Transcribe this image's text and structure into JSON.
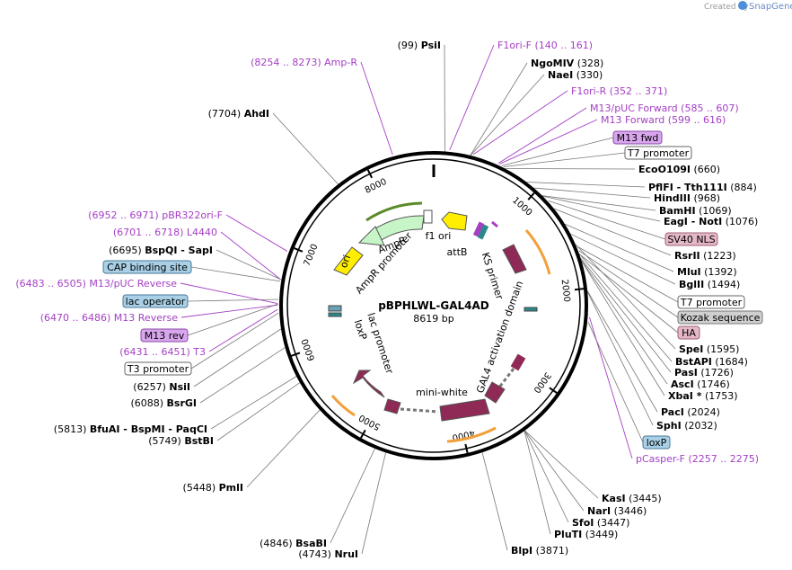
{
  "plasmid": {
    "name": "pBPHLWL-GAL4AD",
    "length": 8619,
    "length_label": "8619 bp"
  },
  "watermark": {
    "created_by": "Created by",
    "brand": "SnapGene"
  },
  "ticks": [
    "1000",
    "2000",
    "3000",
    "4000",
    "5000",
    "6000",
    "7000",
    "8000"
  ],
  "sites": [
    {
      "pos": "(99)",
      "name": "PsiI",
      "order": "pn"
    },
    {
      "pos": "(328)",
      "name": "NgoMIV",
      "order": "np"
    },
    {
      "pos": "(330)",
      "name": "NaeI",
      "order": "np"
    },
    {
      "pos": "(660)",
      "name": "EcoO109I",
      "order": "np"
    },
    {
      "pos": "(884)",
      "name": "PflFI  -  Tth111I",
      "order": "np"
    },
    {
      "pos": "(968)",
      "name": "HindIII",
      "order": "np"
    },
    {
      "pos": "(1069)",
      "name": "BamHI",
      "order": "np"
    },
    {
      "pos": "(1076)",
      "name": "EagI  -  NotI",
      "order": "np"
    },
    {
      "pos": "(1223)",
      "name": "RsrII",
      "order": "np"
    },
    {
      "pos": "(1392)",
      "name": "MluI",
      "order": "np"
    },
    {
      "pos": "(1494)",
      "name": "BglII",
      "order": "np"
    },
    {
      "pos": "(1595)",
      "name": "SpeI",
      "order": "np"
    },
    {
      "pos": "(1684)",
      "name": "BstAPI",
      "order": "np"
    },
    {
      "pos": "(1726)",
      "name": "PasI",
      "order": "np"
    },
    {
      "pos": "(1746)",
      "name": "AscI",
      "order": "np"
    },
    {
      "pos": "(1753)",
      "name": "XbaI *",
      "order": "np"
    },
    {
      "pos": "(2024)",
      "name": "PacI",
      "order": "np"
    },
    {
      "pos": "(2032)",
      "name": "SphI",
      "order": "np"
    },
    {
      "pos": "(3445)",
      "name": "KasI",
      "order": "np"
    },
    {
      "pos": "(3446)",
      "name": "NarI",
      "order": "np"
    },
    {
      "pos": "(3447)",
      "name": "SfoI",
      "order": "np"
    },
    {
      "pos": "(3449)",
      "name": "PluTI",
      "order": "np"
    },
    {
      "pos": "(3871)",
      "name": "BlpI",
      "order": "np"
    },
    {
      "pos": "(4743)",
      "name": "NruI",
      "order": "pn"
    },
    {
      "pos": "(4846)",
      "name": "BsaBI",
      "order": "pn"
    },
    {
      "pos": "(5448)",
      "name": "PmlI",
      "order": "pn"
    },
    {
      "pos": "(5749)",
      "name": "BstBI",
      "order": "pn"
    },
    {
      "pos": "(5813)",
      "name": "BfuAI  -  BspMI  -  PaqCI",
      "order": "pn"
    },
    {
      "pos": "(6088)",
      "name": "BsrGI",
      "order": "pn"
    },
    {
      "pos": "(6257)",
      "name": "NsiI",
      "order": "pn"
    },
    {
      "pos": "(6695)",
      "name": "BspQI  -  SapI",
      "order": "pn"
    },
    {
      "pos": "(7704)",
      "name": "AhdI",
      "order": "pn"
    }
  ],
  "primers": [
    {
      "name": "F1ori-F",
      "range": "(140 .. 161)"
    },
    {
      "name": "F1ori-R",
      "range": "(352 .. 371)"
    },
    {
      "name": "M13/pUC Forward",
      "range": "(585 .. 607)"
    },
    {
      "name": "M13 Forward",
      "range": "(599 .. 616)"
    },
    {
      "name": "pCasper-F",
      "range": "(2257 .. 2275)"
    },
    {
      "name": "T3",
      "range": "(6431 .. 6451)"
    },
    {
      "name": "M13 Reverse",
      "range": "(6470 .. 6486)"
    },
    {
      "name": "M13/pUC Reverse",
      "range": "(6483 .. 6505)"
    },
    {
      "name": "L4440",
      "range": "(6701 .. 6718)"
    },
    {
      "name": "pBR322ori-F",
      "range": "(6952 .. 6971)"
    },
    {
      "name": "Amp-R",
      "range": "(8254 .. 8273)"
    }
  ],
  "boxes": [
    {
      "text": "M13 fwd",
      "style": "m13",
      "fill": "#d9a6ee"
    },
    {
      "text": "T7 promoter",
      "style": "white",
      "fill": "#ffffff"
    },
    {
      "text": "SV40 NLS",
      "style": "nls",
      "fill": "#e5b8c8"
    },
    {
      "text": "T7 promoter",
      "style": "white",
      "fill": "#ffffff"
    },
    {
      "text": "Kozak sequence",
      "style": "gray",
      "fill": "#cfcfcf"
    },
    {
      "text": "HA",
      "style": "nls",
      "fill": "#e5b8c8"
    },
    {
      "text": "loxP",
      "style": "blue",
      "fill": "#a9d0e6"
    },
    {
      "text": "CAP binding site",
      "style": "blue",
      "fill": "#a9d0e6"
    },
    {
      "text": "lac operator",
      "style": "blue",
      "fill": "#a9d0e6"
    },
    {
      "text": "M13 rev",
      "style": "m13",
      "fill": "#d9a6ee"
    },
    {
      "text": "T3 promoter",
      "style": "white",
      "fill": "#ffffff"
    }
  ],
  "features": [
    "f1 ori",
    "attB",
    "KS primer",
    "GAL4 activation domain",
    "mini-white",
    "lac promoter",
    "loxP",
    "AmpR promoter",
    "AmpR",
    "ori"
  ],
  "colors": {
    "primer": "#a43fc4",
    "backbone": "#000000",
    "gal4": "#8e2a55",
    "ampr": "#c8f5c8",
    "f1ori": "#ffee00",
    "ori": "#ffee00",
    "lac": "#6aa0b8",
    "orange_feature": "#f2a03a"
  }
}
